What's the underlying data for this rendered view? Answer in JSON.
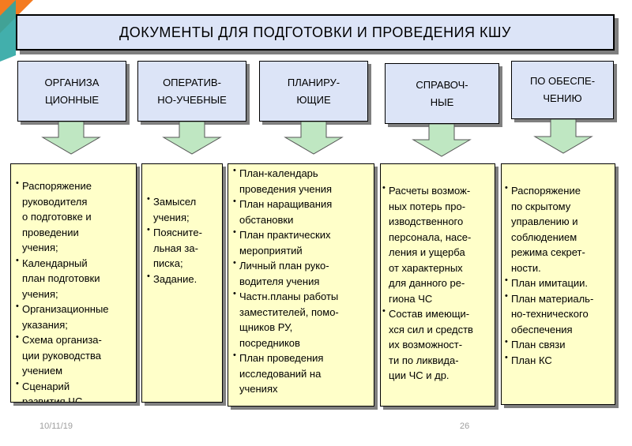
{
  "title": "ДОКУМЕНТЫ ДЛЯ ПОДГОТОВКИ И ПРОВЕДЕНИЯ КШУ",
  "colors": {
    "header_fill": "#dce4f7",
    "detail_fill": "#ffffc9",
    "arrow_fill": "#bfe7c2",
    "shadow": "#7f7f7f",
    "corner_orange": "#f47b20",
    "corner_teal": "#2da6a3"
  },
  "categories": [
    {
      "label": "ОРГАНИЗА\nЦИОННЫЕ",
      "items": [
        "Распоряжение\nруководителя\nо подготовке и\nпроведении\nучения;",
        "Календарный\nплан подготовки\nучения;",
        "Организационные\nуказания;",
        "Схема организа-\nции руководства\nучением",
        "Сценарий\nразвития ЧС"
      ]
    },
    {
      "label": "ОПЕРАТИВ-\nНО-УЧЕБНЫЕ",
      "items": [
        "Замысел\nучения;",
        "Поясните-\nльная за-\nписка;",
        "Задание."
      ]
    },
    {
      "label": "ПЛАНИРУ-\nЮЩИЕ",
      "items": [
        "План-календарь\nпроведения учения",
        "План наращивания\nобстановки",
        "План практических\nмероприятий",
        "Личный план руко-\nводителя учения",
        "Частн.планы работы\nзаместителей, помо-\nщников РУ,\nпосредников",
        "План проведения\nисследований на\nучениях"
      ]
    },
    {
      "label": "СПРАВОЧ-\nНЫЕ",
      "items": [
        "Расчеты возмож-\nных потерь про-\nизводственного\nперсонала, насе-\nления и ущерба\nот характерных\nдля данного ре-\nгиона ЧС",
        "Состав имеющи-\nхся сил и средств\nих возможност-\nти по ликвида-\nции ЧС и др."
      ]
    },
    {
      "label": "ПО ОБЕСПЕ-\nЧЕНИЮ",
      "items": [
        "Распоряжение\nпо скрытому\nуправлению и\nсоблюдением\nрежима секрет-\nности.",
        "План имитации.",
        "План материаль-\nно-технического\nобеспечения",
        "План связи",
        "План КС"
      ]
    }
  ],
  "footer": {
    "date": "10/11/19",
    "page": "26"
  }
}
